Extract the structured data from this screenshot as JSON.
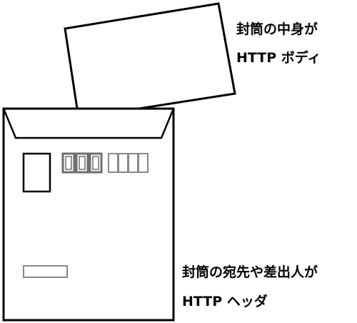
{
  "labels": {
    "body_line1": "封筒の中身が",
    "body_line2": "HTTP ボディ",
    "header_line1": "封筒の宛先や差出人が",
    "header_line2": "HTTP ヘッダ"
  },
  "colors": {
    "stroke": "#000000",
    "detail_gray": "#888888",
    "postal_box_dark": "#6e6e6e",
    "background": "#ffffff"
  }
}
